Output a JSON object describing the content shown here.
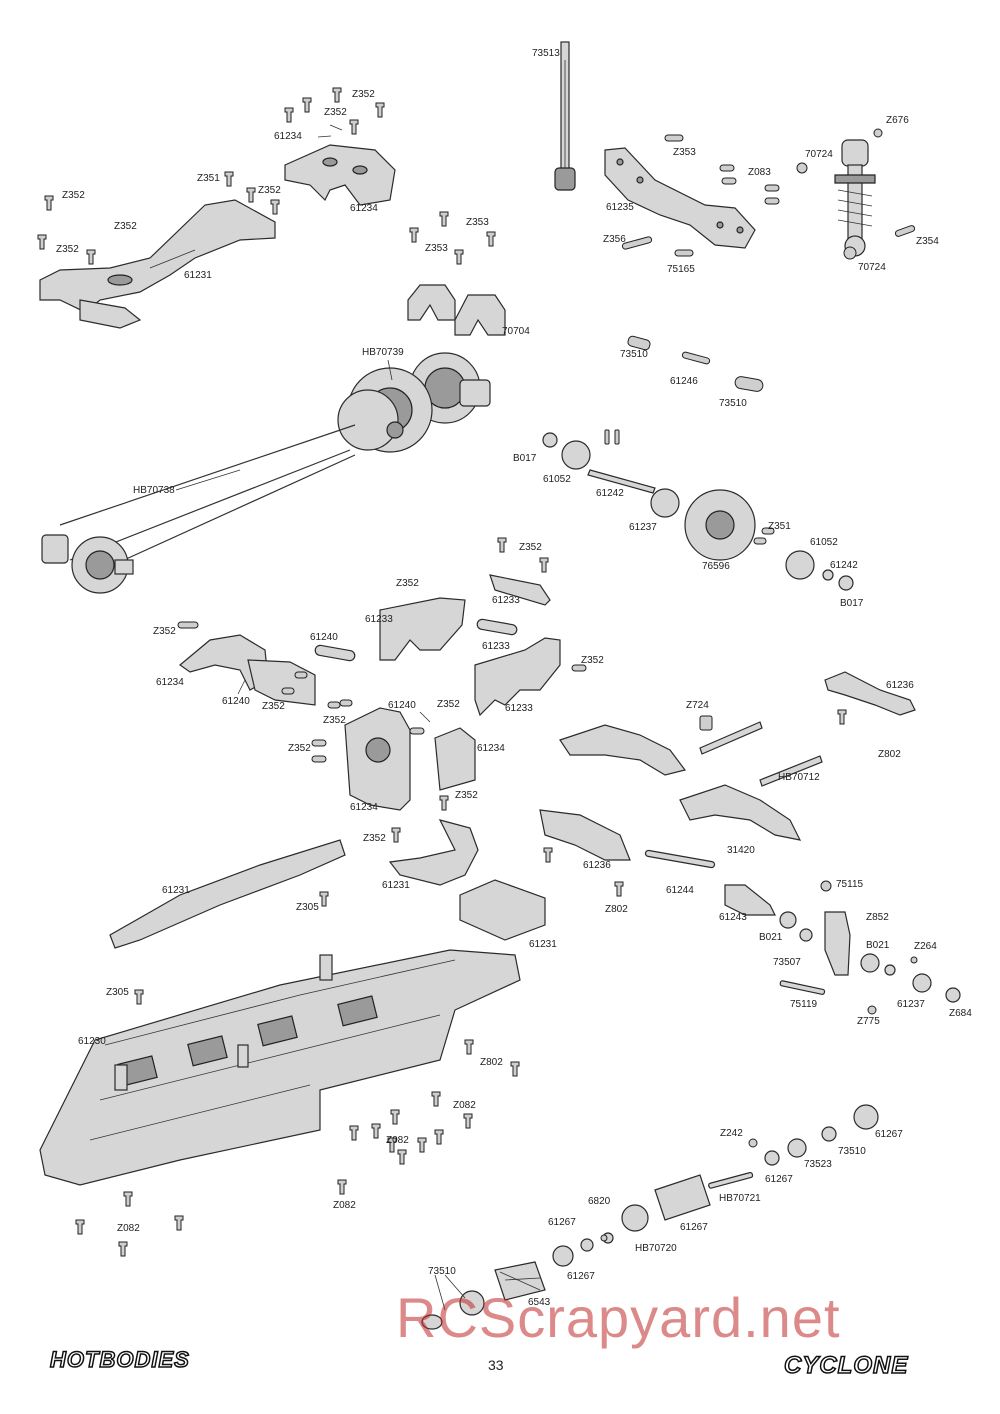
{
  "page_number": "33",
  "watermark": "RCScrapyard.net",
  "logos": {
    "left": "HOTBODIES",
    "right": "CYCLONE"
  },
  "part_labels": [
    "73513",
    "Z352",
    "Z352",
    "61234",
    "Z351",
    "Z352",
    "61234",
    "Z352",
    "Z352",
    "Z352",
    "61231",
    "Z353",
    "Z083",
    "70724",
    "Z676",
    "61235",
    "Z356",
    "75165",
    "Z354",
    "70724",
    "Z353",
    "Z353",
    "70704",
    "HB70739",
    "73510",
    "61246",
    "73510",
    "B017",
    "61052",
    "61242",
    "61237",
    "76596",
    "Z351",
    "61052",
    "61242",
    "B017",
    "HB70738",
    "Z352",
    "Z352",
    "61233",
    "61233",
    "Z352",
    "61234",
    "61240",
    "61233",
    "Z352",
    "Z352",
    "61240",
    "61240",
    "Z352",
    "Z352",
    "61234",
    "61233",
    "Z352",
    "61236",
    "Z724",
    "Z802",
    "HB70712",
    "61234",
    "Z352",
    "Z352",
    "31420",
    "61236",
    "61244",
    "75115",
    "61231",
    "Z305",
    "61231",
    "61231",
    "Z802",
    "61243",
    "Z852",
    "B021",
    "B021",
    "Z264",
    "73507",
    "Z305",
    "75119",
    "61237",
    "Z775",
    "Z684",
    "61230",
    "Z802",
    "Z082",
    "Z082",
    "Z082",
    "Z082",
    "Z242",
    "61267",
    "73523",
    "73510",
    "61267",
    "HB70721",
    "6820",
    "61267",
    "61267",
    "HB70720",
    "61267",
    "73510",
    "6543"
  ]
}
